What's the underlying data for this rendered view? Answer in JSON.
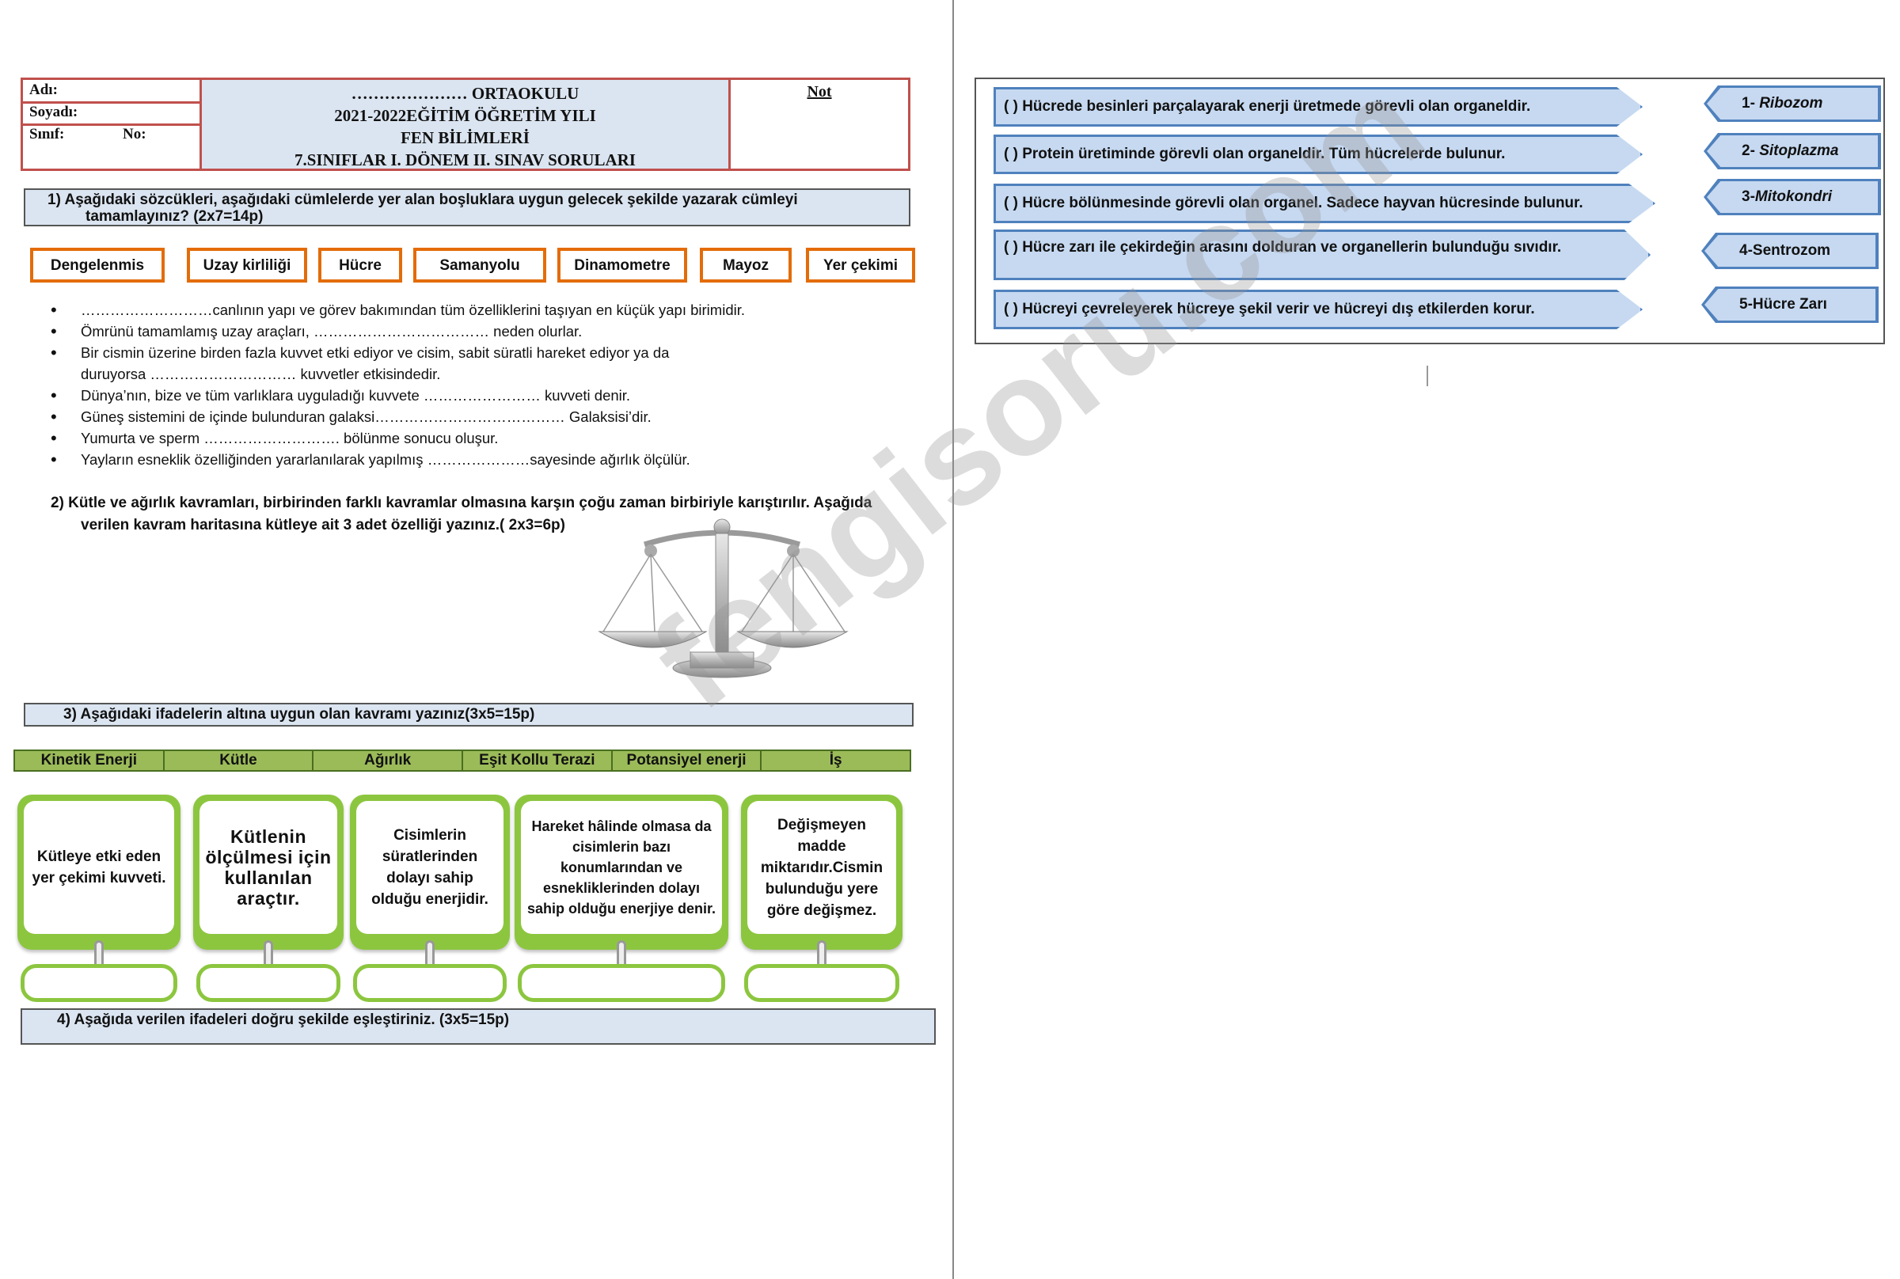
{
  "header": {
    "ad_label": "Adı:",
    "soyad_label": "Soyadı:",
    "sinif_label": "Sınıf:",
    "no_label": "No:",
    "school": "………………… ORTAOKULU",
    "year": "2021-2022EĞİTİM ÖĞRETİM YILI",
    "subject": "FEN BİLİMLERİ",
    "exam": "7.SINIFLAR I. DÖNEM II. SINAV SORULARI",
    "not_label": "Not"
  },
  "q1": {
    "prompt_line1": "1)  Aşağıdaki  sözcükleri,  aşağıdaki  cümlelerde  yer  alan  boşluklara  uygun  gelecek  şekilde  yazarak  cümleyi",
    "prompt_line2": "tamamlayınız? (2x7=14p)",
    "words": [
      "Dengelenmis",
      "Uzay kirliliği",
      "Hücre",
      "Samanyolu",
      "Dinamometre",
      "Mayoz",
      "Yer çekimi"
    ],
    "sentences": [
      "………………………canlının yapı ve görev bakımından tüm özelliklerini taşıyan en küçük yapı birimidir.",
      "Ömrünü tamamlamış uzay araçları, ……………………………… neden olurlar.",
      "Bir cismin üzerine birden fazla kuvvet etki ediyor ve cisim, sabit süratli hareket ediyor ya da",
      "duruyorsa ………………………… kuvvetler etkisindedir.",
      "Dünya’nın, bize ve tüm varlıklara uyguladığı kuvvete …………………… kuvveti denir.",
      "Güneş sistemini de içinde bulunduran galaksi………………………………… Galaksisi’dir.",
      "Yumurta ve sperm ………………………. bölünme sonucu oluşur.",
      "Yayların esneklik özelliğinden yararlanılarak yapılmış …………………sayesinde ağırlık ölçülür."
    ]
  },
  "q2": {
    "line1": "2)   Kütle ve ağırlık kavramları, birbirinden farklı kavramlar olmasına karşın çoğu zaman birbiriyle karıştırılır. Aşağıda",
    "line2": "verilen kavram haritasına kütleye ait 3 adet özelliği yazınız.( 2x3=6p)"
  },
  "q3": {
    "prompt": "3)   Aşağıdaki ifadelerin altına uygun olan kavramı yazınız(3x5=15p)",
    "concepts": [
      "Kinetik Enerji",
      "Kütle",
      "Ağırlık",
      "Eşit Kollu Terazi",
      "Potansiyel enerji",
      "İş"
    ],
    "cards": [
      "Kütleye etki eden yer çekimi kuvveti.",
      "Kütlenin ölçülmesi için kullanılan araçtır.",
      "Cisimlerin süratlerinden dolayı sahip olduğu enerjidir.",
      "Hareket hâlinde olmasa da cisimlerin bazı konumlarından ve esnekliklerinden dolayı sahip olduğu enerjiye denir.",
      "Değişmeyen madde miktarıdır.Cismin bulunduğu yere göre değişmez."
    ]
  },
  "q4": {
    "prompt": "4)   Aşağıda verilen ifadeleri doğru şekilde eşleştiriniz. (3x5=15p)",
    "left": [
      "(     ) Hücrede besinleri parçalayarak enerji üretmede görevli olan organeldir.",
      "(     ) Protein üretiminde görevli olan organeldir. Tüm hücrelerde bulunur.",
      "(     ) Hücre bölünmesinde görevli olan organel. Sadece hayvan hücresinde bulunur.",
      "(     ) Hücre zarı ile çekirdeğin arasını dolduran ve organellerin bulunduğu sıvıdır.",
      "(     ) Hücreyi çevreleyerek hücreye şekil verir ve hücreyi dış etkilerden korur."
    ],
    "right": [
      {
        "num": "1- ",
        "term": "Ribozom",
        "italic": true
      },
      {
        "num": "2- ",
        "term": "Sitoplazma",
        "italic": true
      },
      {
        "num": "3-",
        "term": "Mitokondri",
        "italic": true
      },
      {
        "num": "4-",
        "term": "Sentrozom",
        "italic": false
      },
      {
        "num": "5-",
        "term": "Hücre Zarı",
        "italic": false
      }
    ]
  },
  "watermark": "fengisoru.com"
}
